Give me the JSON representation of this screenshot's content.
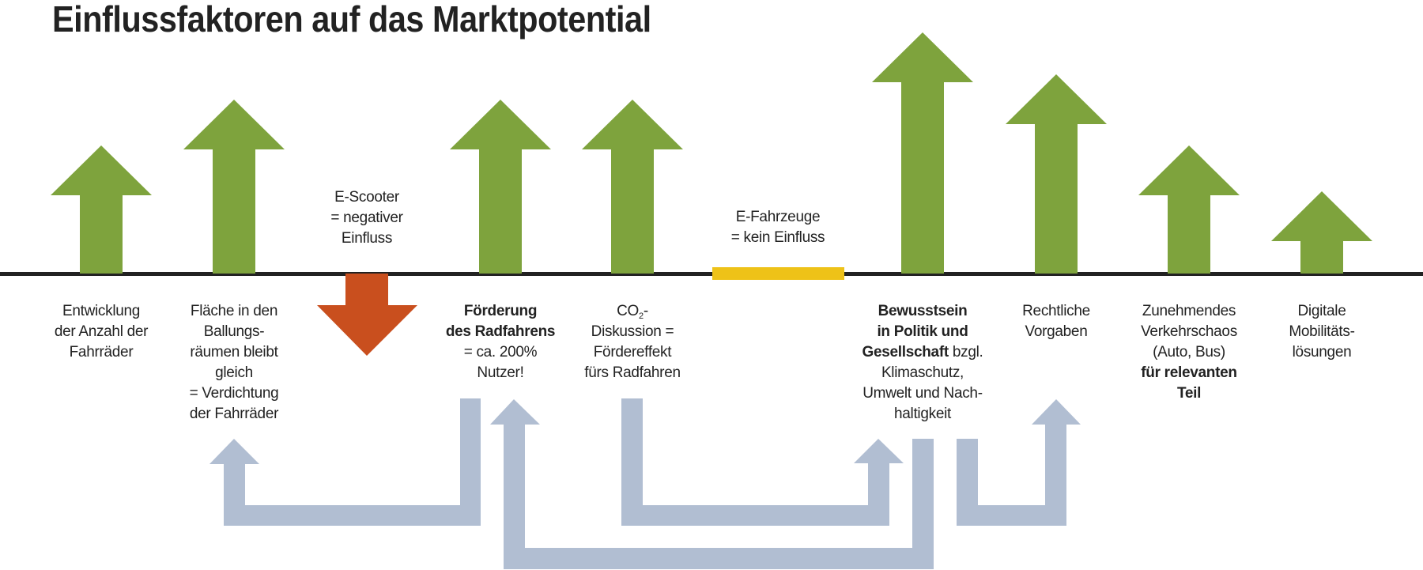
{
  "title": "Einflussfaktoren auf das Marktpotential",
  "colors": {
    "positive": "#7ea33d",
    "negative": "#c94f1e",
    "neutral": "#eec218",
    "link": "#b1bed2",
    "axis": "#222222"
  },
  "factors": [
    {
      "id": "entwicklung",
      "effect": "positive",
      "strength": 2,
      "lines": [
        [
          {
            "t": "Entwicklung"
          }
        ],
        [
          {
            "t": "der Anzahl der"
          }
        ],
        [
          {
            "t": "Fahrräder"
          }
        ]
      ]
    },
    {
      "id": "flaeche",
      "effect": "positive",
      "strength": 3,
      "lines": [
        [
          {
            "t": "Fläche in den"
          }
        ],
        [
          {
            "t": "Ballungs-"
          }
        ],
        [
          {
            "t": "räumen bleibt"
          }
        ],
        [
          {
            "t": "gleich"
          }
        ],
        [
          {
            "t": "= Verdichtung"
          }
        ],
        [
          {
            "t": "der Fahrräder"
          }
        ]
      ]
    },
    {
      "id": "foerderung",
      "effect": "positive",
      "strength": 3,
      "lines": [
        [
          {
            "t": "Förderung",
            "b": true
          }
        ],
        [
          {
            "t": "des Radfahrens",
            "b": true
          }
        ],
        [
          {
            "t": "= ca. 200%"
          }
        ],
        [
          {
            "t": "Nutzer!"
          }
        ]
      ]
    },
    {
      "id": "co2",
      "effect": "positive",
      "strength": 3,
      "lines": [
        [
          {
            "t": "CO"
          },
          {
            "t": "2",
            "sub": true
          },
          {
            "t": "-"
          }
        ],
        [
          {
            "t": "Diskussion ="
          }
        ],
        [
          {
            "t": "Fördereffekt"
          }
        ],
        [
          {
            "t": "fürs Radfahren"
          }
        ]
      ]
    },
    {
      "id": "bewusstsein",
      "effect": "positive",
      "strength": 5,
      "lines": [
        [
          {
            "t": "Bewusstsein",
            "b": true
          }
        ],
        [
          {
            "t": "in Politik und",
            "b": true
          }
        ],
        [
          {
            "t": "Gesellschaft",
            "b": true
          },
          {
            "t": " bzgl."
          }
        ],
        [
          {
            "t": "Klimaschutz,"
          }
        ],
        [
          {
            "t": "Umwelt und Nach-"
          }
        ],
        [
          {
            "t": "haltigkeit"
          }
        ]
      ]
    },
    {
      "id": "rechtliche",
      "effect": "positive",
      "strength": 4,
      "lines": [
        [
          {
            "t": "Rechtliche"
          }
        ],
        [
          {
            "t": "Vorgaben"
          }
        ]
      ]
    },
    {
      "id": "verkehrschaos",
      "effect": "positive",
      "strength": 2,
      "lines": [
        [
          {
            "t": "Zunehmendes"
          }
        ],
        [
          {
            "t": "Verkehrschaos"
          }
        ],
        [
          {
            "t": "(Auto, Bus)"
          }
        ],
        [
          {
            "t": "für relevanten",
            "b": true
          }
        ],
        [
          {
            "t": "Teil",
            "b": true
          }
        ]
      ]
    },
    {
      "id": "digital",
      "effect": "positive",
      "strength": 1,
      "lines": [
        [
          {
            "t": "Digitale"
          }
        ],
        [
          {
            "t": "Mobilitäts-"
          }
        ],
        [
          {
            "t": "lösungen"
          }
        ]
      ]
    }
  ],
  "escooter": {
    "effect": "negative",
    "lines": [
      [
        {
          "t": "E-Scooter"
        }
      ],
      [
        {
          "t": "= negativer"
        }
      ],
      [
        {
          "t": "Einfluss"
        }
      ]
    ]
  },
  "efahrzeuge": {
    "effect": "neutral",
    "lines": [
      [
        {
          "t": "E-Fahrzeuge"
        }
      ],
      [
        {
          "t": "= kein Einfluss"
        }
      ]
    ]
  },
  "links": [
    {
      "from": "foerderung",
      "to": "flaeche"
    },
    {
      "from": "bewusstsein",
      "to": "foerderung"
    },
    {
      "from": "co2",
      "to": "bewusstsein"
    },
    {
      "from": "bewusstsein",
      "to": "rechtliche"
    }
  ]
}
